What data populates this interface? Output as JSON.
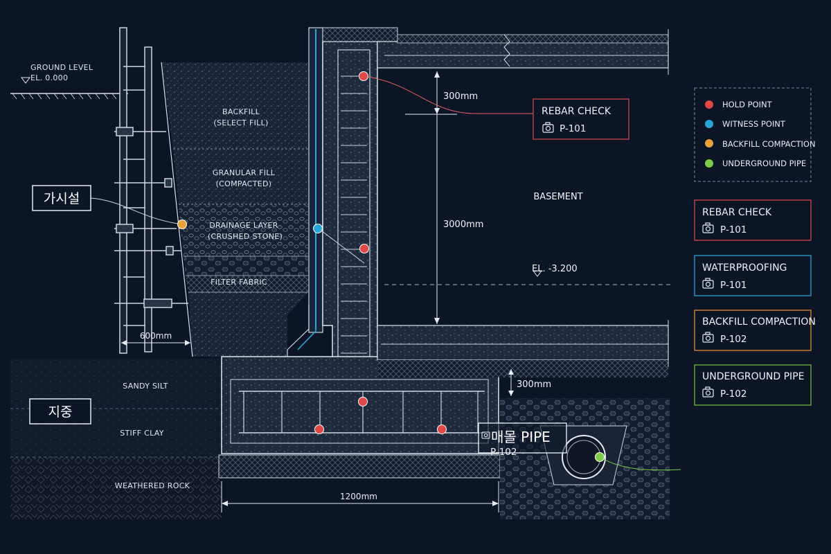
{
  "ground": {
    "title": "GROUND LEVEL",
    "elevation": "EL. 0.000"
  },
  "layers": {
    "backfill": [
      "BACKFILL",
      "(SELECT FILL)"
    ],
    "granular": [
      "GRANULAR FILL",
      "(COMPACTED)"
    ],
    "drainage": [
      "DRAINAGE LAYER",
      "(CRUSHED STONE)"
    ],
    "filter": "FILTER FABRIC"
  },
  "soil": {
    "sandy": "SANDY SILT",
    "clay": "STIFF CLAY",
    "rock": "WEATHERED ROCK"
  },
  "korean": {
    "temporary": "가시설",
    "ground": "지중"
  },
  "dimensions": {
    "top_cover": "300mm",
    "wall_height": "3000mm",
    "slab_gap": "300mm",
    "scaffold_width": "600mm",
    "footing_width": "1200mm"
  },
  "basement": {
    "label": "BASEMENT",
    "elevation": "EL. -3.200"
  },
  "callout": {
    "title": "REBAR CHECK",
    "code": "P-101"
  },
  "pipe_callout": {
    "title": "매몰 PIPE",
    "code": "P-102"
  },
  "legend": [
    {
      "label": "HOLD POINT",
      "color": "#e04848"
    },
    {
      "label": "WITNESS POINT",
      "color": "#2aa6d6"
    },
    {
      "label": "BACKFILL COMPACTION",
      "color": "#e9a23b"
    },
    {
      "label": "UNDERGROUND PIPE",
      "color": "#7ccc4a"
    }
  ],
  "cards": [
    {
      "title": "REBAR CHECK",
      "code": "P-101",
      "color": "#d0464a"
    },
    {
      "title": "WATERPROOFING",
      "code": "P-101",
      "color": "#2d9fd3"
    },
    {
      "title": "BACKFILL COMPACTION",
      "code": "P-102",
      "color": "#de8f2c"
    },
    {
      "title": "UNDERGROUND PIPE",
      "code": "P-102",
      "color": "#6fb843"
    }
  ]
}
